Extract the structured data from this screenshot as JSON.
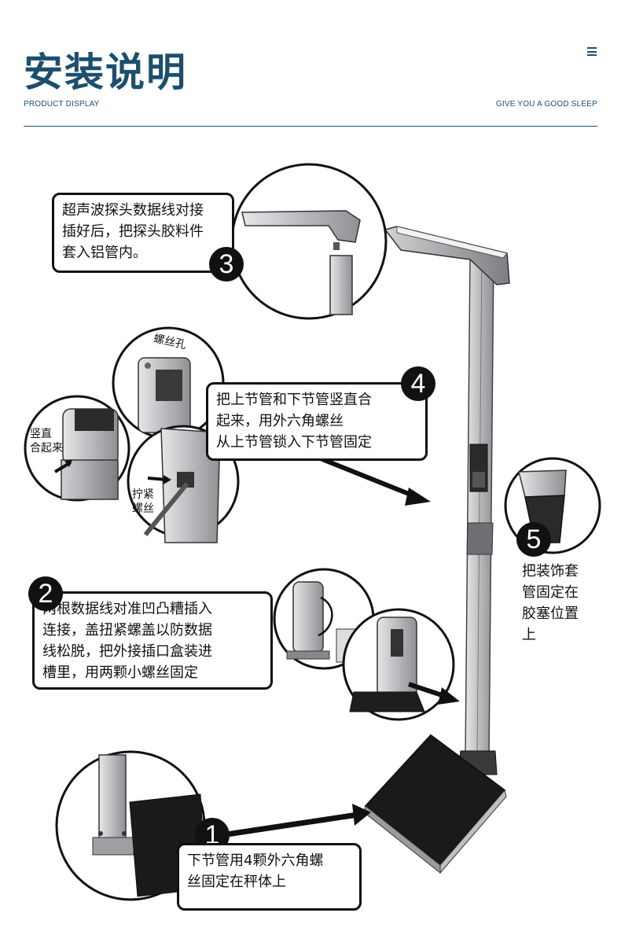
{
  "header": {
    "title": "安装说明",
    "subtitle_left": "PRODUCT DISPLAY",
    "subtitle_right": "GIVE YOU A GOOD SLEEP",
    "menu_icon": "hamburger-menu-icon"
  },
  "steps": [
    {
      "number": "1",
      "text": "下节管用4颗外六角螺\n丝固定在秤体上"
    },
    {
      "number": "2",
      "text": "两根数据线对准凹凸糟插入\n连接，盖扭紧螺盖以防数据\n线松脱，把外接插口盒装进\n槽里，用两颗小螺丝固定"
    },
    {
      "number": "3",
      "text": "超声波探头数据线对接\n插好后，把探头胶料件\n套入铝管内。"
    },
    {
      "number": "4",
      "text": "把上节管和下节管竖直合\n起来，用外六角螺丝\n从上节管锁入下节管固定"
    },
    {
      "number": "5",
      "text": "把装饰套\n管固定在\n胶塞位置\n上"
    }
  ],
  "labels": {
    "screw_hole": "螺丝孔",
    "vertical_join": "竖直\n合起来",
    "tighten_screw": "拧紧\n螺丝"
  },
  "colors": {
    "accent": "#1c4f6e",
    "outline": "#111111",
    "metal": "#c9cacc",
    "base": "#1a1a1a"
  }
}
